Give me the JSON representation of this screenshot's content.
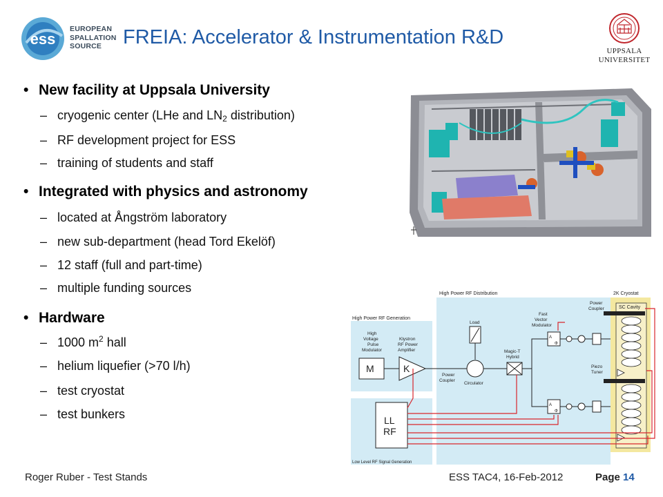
{
  "header": {
    "title": "FREIA: Accelerator & Instrumentation R&D",
    "ess_logo": {
      "mark": "ess",
      "lines": [
        "EUROPEAN",
        "SPALLATION",
        "SOURCE"
      ]
    },
    "uu_logo": {
      "lines": [
        "UPPSALA",
        "UNIVERSITET"
      ]
    }
  },
  "bullets": [
    {
      "heading": "New facility at Uppsala University",
      "items": [
        {
          "pre": "cryogenic center (LHe and LN",
          "sub": "2",
          "post": " distribution)"
        },
        {
          "text": "RF development project for ESS"
        },
        {
          "text": "training of students and staff"
        }
      ]
    },
    {
      "heading": "Integrated with physics and astronomy",
      "items": [
        {
          "text": "located at Ångström laboratory"
        },
        {
          "text": "new sub-department (head Tord Ekelöf)"
        },
        {
          "text": "12 staff (full and part-time)"
        },
        {
          "text": "multiple funding sources"
        }
      ]
    },
    {
      "heading": "Hardware",
      "items": [
        {
          "pre": "1000 m",
          "sup": "2",
          "post": " hall"
        },
        {
          "text": "helium liquefier (>70 l/h)"
        },
        {
          "text": "test cryostat"
        },
        {
          "text": "test bunkers"
        }
      ]
    }
  ],
  "schematic": {
    "hp_rf_distribution": "High Power RF Distribution",
    "hp_rf_generation": "High Power RF Generation",
    "ll_rf_generation": "Low Level RF Signal Generation",
    "cryostat": "2K Cryostat",
    "sc_cavity": "SC Cavity",
    "hv_modulator": [
      "High",
      "Voltage",
      "Pulse",
      "Modulator"
    ],
    "klystron": [
      "Klystron",
      "RF Power",
      "Amplifier"
    ],
    "m_label": "M",
    "k_label": "K",
    "llrf": [
      "LL",
      "RF"
    ],
    "load": "Load",
    "power_coupler": [
      "Power",
      "Coupler"
    ],
    "circulator": "Circulator",
    "magic_t": [
      "Magic-T",
      "Hybrid"
    ],
    "fast_vector_modulator": [
      "Fast",
      "Vector",
      "Modulator"
    ],
    "power_coupler_right": [
      "Power",
      "Coupler"
    ],
    "piezo_tuner": [
      "Piezo",
      "Tuner"
    ],
    "a_phi": [
      "A",
      "Φ"
    ]
  },
  "footer": {
    "author": "Roger Ruber - Test Stands",
    "event": "ESS TAC4, 16-Feb-2012",
    "page_label": "Page",
    "page_number": "14"
  },
  "colors": {
    "title": "#1f5aa6",
    "schematic_bg": "#d3ebf5",
    "cryostat_bg": "#f4e8a0",
    "signal_red": "#d9262c"
  }
}
